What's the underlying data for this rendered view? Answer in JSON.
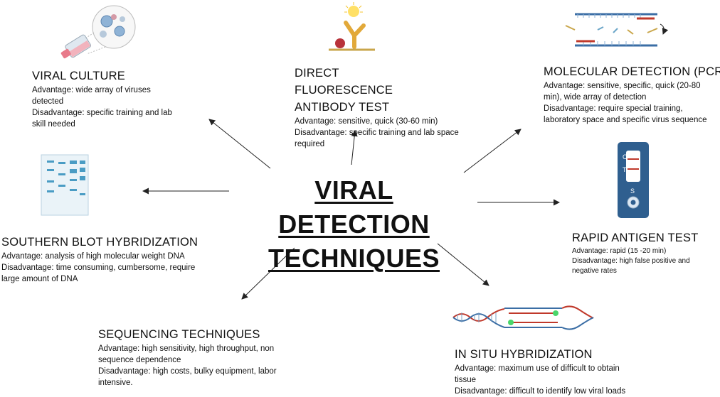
{
  "center": {
    "line1": "VIRAL DETECTION",
    "line2": "TECHNIQUES"
  },
  "techniques": {
    "viral_culture": {
      "title": "VIRAL CULTURE",
      "advantage": "Advantage: wide array of viruses detected",
      "disadvantage": "Disadvantage: specific training and lab skill needed"
    },
    "dfa": {
      "title": "DIRECT FLUORESCENCE ANTIBODY TEST",
      "advantage": "Advantage: sensitive, quick (30-60 min)",
      "disadvantage": "Disadvantage: specific training and lab space required"
    },
    "pcr": {
      "title": "MOLECULAR  DETECTION (PCR)",
      "advantage": "Advantage: sensitive, specific, quick (20-80 min), wide array of detection",
      "disadvantage": "Disadvantage: require special training, laboratory space and specific virus sequence"
    },
    "southern_blot": {
      "title": "SOUTHERN BLOT HYBRIDIZATION",
      "advantage": "Advantage: analysis of high molecular weight DNA",
      "disadvantage": "Disadvantage: time consuming, cumbersome, require large amount of DNA"
    },
    "rapid_antigen": {
      "title": "RAPID ANTIGEN TEST",
      "advantage": "Advantage: rapid (15 -20 min)",
      "disadvantage": "Disadvantage: high false positive and negative rates",
      "test_labels": {
        "c": "C",
        "t": "T",
        "s": "S"
      }
    },
    "sequencing": {
      "title": "SEQUENCING TECHNIQUES",
      "advantage": "Advantage: high sensitivity, high throughput, non sequence dependence",
      "disadvantage": "Disadvantage: high costs, bulky equipment, labor intensive."
    },
    "in_situ": {
      "title": "IN SITU HYBRIDIZATION",
      "advantage": "Advantage: maximum use of difficult to obtain tissue",
      "disadvantage": "Disadvantage: difficult to identify low viral loads"
    }
  },
  "colors": {
    "text": "#111111",
    "arrow": "#222222",
    "gel_blue": "#4a9cc4",
    "antibody_gold": "#e2a93a",
    "antigen_red": "#b8323a",
    "test_body": "#2f5f8f",
    "dna_red": "#c0392b",
    "dna_blue": "#3b6ea5",
    "probe_green": "#49d66b",
    "flask_pink": "#e87a8a"
  },
  "icons": [
    "virus-culture-flask-icon",
    "antibody-icon",
    "pcr-icon",
    "gel-blot-icon",
    "rapid-test-cassette-icon",
    "dna-hybridization-icon"
  ]
}
